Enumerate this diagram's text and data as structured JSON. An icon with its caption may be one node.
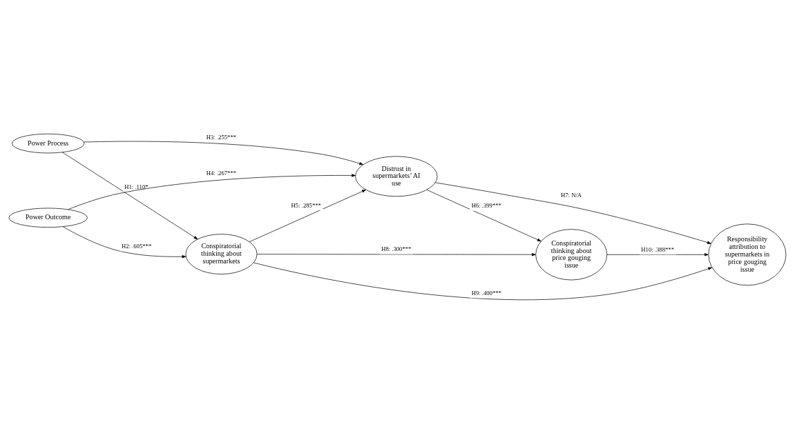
{
  "diagram": {
    "nodes": [
      {
        "text": [
          "Power Process"
        ]
      },
      {
        "text": [
          "Power Outcome"
        ]
      },
      {
        "text": [
          "Conspiratorial thinking about supermarkets"
        ]
      },
      {
        "text": [
          "Distrust in supermarkets’ AI use"
        ]
      },
      {
        "text": [
          "Conspiratorial thinking about price gouging issue"
        ]
      },
      {
        "text": [
          "Responsibility attribution to supermarkets in price gouging issue"
        ]
      }
    ],
    "edges": [
      {
        "from": 0,
        "to": 2,
        "arrow": "to",
        "label": "H1: .110*"
      },
      {
        "from": 1,
        "to": 2,
        "arrow": "to",
        "label": "H2: .605***"
      },
      {
        "from": 0,
        "to": 3,
        "arrow": "to",
        "label": "H3: .255***"
      },
      {
        "from": 1,
        "to": 3,
        "arrow": "to",
        "label": "H4: .267***"
      },
      {
        "from": 2,
        "to": 3,
        "arrow": "to",
        "label": "H5: .285***"
      },
      {
        "from": 3,
        "to": 4,
        "arrow": "to",
        "label": "H6: .399***"
      },
      {
        "from": 3,
        "to": 5,
        "arrow": "to",
        "label": "H7: N/A"
      },
      {
        "from": 2,
        "to": 4,
        "arrow": "to",
        "label": "H8: .300***"
      },
      {
        "from": 2,
        "to": 5,
        "arrow": "to",
        "label": "H9: .400***"
      },
      {
        "from": 4,
        "to": 5,
        "arrow": "to",
        "label": "H10: .388***"
      }
    ]
  }
}
